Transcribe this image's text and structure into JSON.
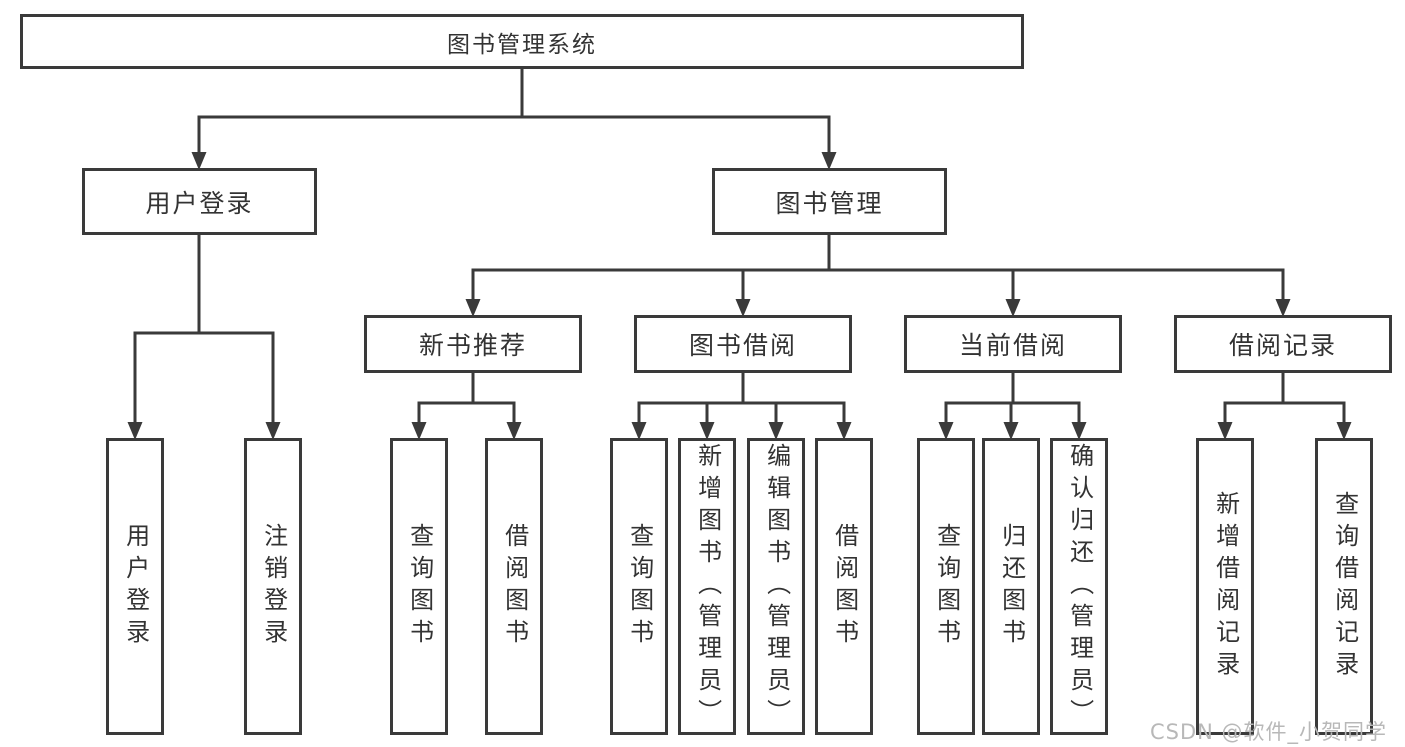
{
  "diagram": {
    "root": {
      "label": "图书管理系统"
    },
    "branches": [
      {
        "label": "用户登录",
        "children": [
          {
            "label": "用户登录"
          },
          {
            "label": "注销登录"
          }
        ]
      },
      {
        "label": "图书管理",
        "children": [
          {
            "label": "新书推荐",
            "children": [
              {
                "label": "查询图书"
              },
              {
                "label": "借阅图书"
              }
            ]
          },
          {
            "label": "图书借阅",
            "children": [
              {
                "label": "查询图书"
              },
              {
                "label": "新增图书（管理员）"
              },
              {
                "label": "编辑图书（管理员）"
              },
              {
                "label": "借阅图书"
              }
            ]
          },
          {
            "label": "当前借阅",
            "children": [
              {
                "label": "查询图书"
              },
              {
                "label": "归还图书"
              },
              {
                "label": "确认归还（管理员）"
              }
            ]
          },
          {
            "label": "借阅记录",
            "children": [
              {
                "label": "新增借阅记录"
              },
              {
                "label": "查询借阅记录"
              }
            ]
          }
        ]
      }
    ]
  },
  "watermark": "CSDN @软件_小贺同学",
  "colors": {
    "line": "#3a3a3a",
    "text": "#333333",
    "background": "#ffffff",
    "watermark": "#b8b8b8"
  }
}
